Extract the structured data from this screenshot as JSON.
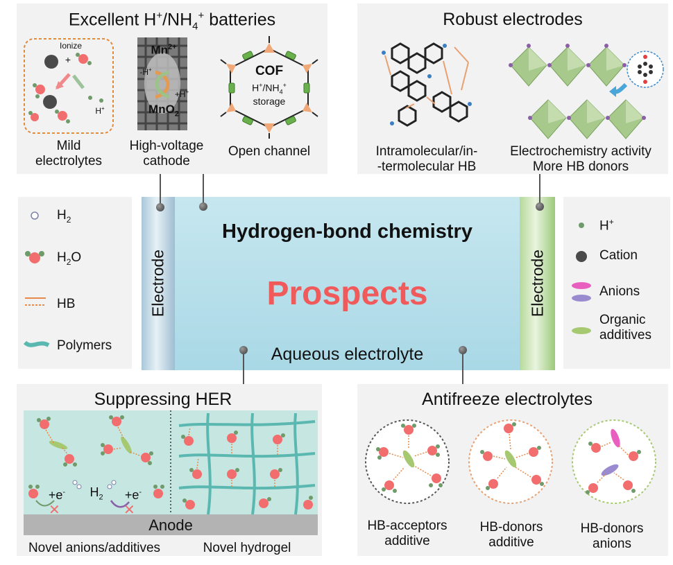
{
  "center": {
    "heading": "Hydrogen-bond chemistry",
    "prospects": "Prospects",
    "electrolyte": "Aqueous electrolyte",
    "electrode_left": "Electrode",
    "electrode_right": "Electrode"
  },
  "batteries": {
    "title_main": "Excellent H",
    "title_sup1": "+",
    "title_mid": "/NH",
    "title_sub": "4",
    "title_sup2": "+",
    "title_end": " batteries",
    "ionize": "Ionize",
    "plus": "+",
    "hplus": "H",
    "hplus_sup": "+",
    "mild_label_1": "Mild",
    "mild_label_2": "electrolytes",
    "mn_label": "Mn",
    "mn_sup": "2+",
    "mno2_label": "MnO",
    "mno2_sub": "2",
    "h_minus": "-H",
    "h_minus_sup": "+",
    "h_plus2": "+H",
    "h_plus2_sup": "+",
    "cathode_label_1": "High-voltage",
    "cathode_label_2": "cathode",
    "cof_label": "COF",
    "cof_storage_1a": "H",
    "cof_storage_1b": "+",
    "cof_storage_1c": "/NH",
    "cof_storage_1d": "4",
    "cof_storage_1e": "+",
    "cof_storage_2": "storage",
    "channel_label": "Open channel"
  },
  "robust": {
    "title": "Robust electrodes",
    "label_left_1": "Intramolecular/in-",
    "label_left_2": "-termolecular HB",
    "label_right_1": "Electrochemistry activity",
    "label_right_2": "More HB donors"
  },
  "legend_left": {
    "h2": "H",
    "h2_sub": "2",
    "h2o": "H",
    "h2o_sub": "2",
    "h2o_end": "O",
    "hb": "HB",
    "polymers": "Polymers"
  },
  "legend_right": {
    "hplus": "H",
    "hplus_sup": "+",
    "cation": "Cation",
    "anions": "Anions",
    "organic_1": "Organic",
    "organic_2": "additives"
  },
  "her": {
    "title": "Suppressing HER",
    "e1": "+e",
    "e1_sup": "-",
    "h2": "H",
    "h2_sub": "2",
    "e2": "+e",
    "e2_sup": "-",
    "anode": "Anode",
    "label_left": "Novel anions/additives",
    "label_right": "Novel hydrogel"
  },
  "antifreeze": {
    "title": "Antifreeze electrolytes",
    "label_1a": "HB-acceptors",
    "label_1b": "additive",
    "label_2a": "HB-donors",
    "label_2b": "additive",
    "label_3a": "HB-donors",
    "label_3b": "anions"
  },
  "colors": {
    "oxygen": "#f26d6d",
    "hydrogen": "#6f9a6a",
    "hb_orange": "#e58a4a",
    "polymer": "#5ab8b0",
    "electrode_right": "#9cc97a",
    "prospects": "#f05a5a"
  }
}
